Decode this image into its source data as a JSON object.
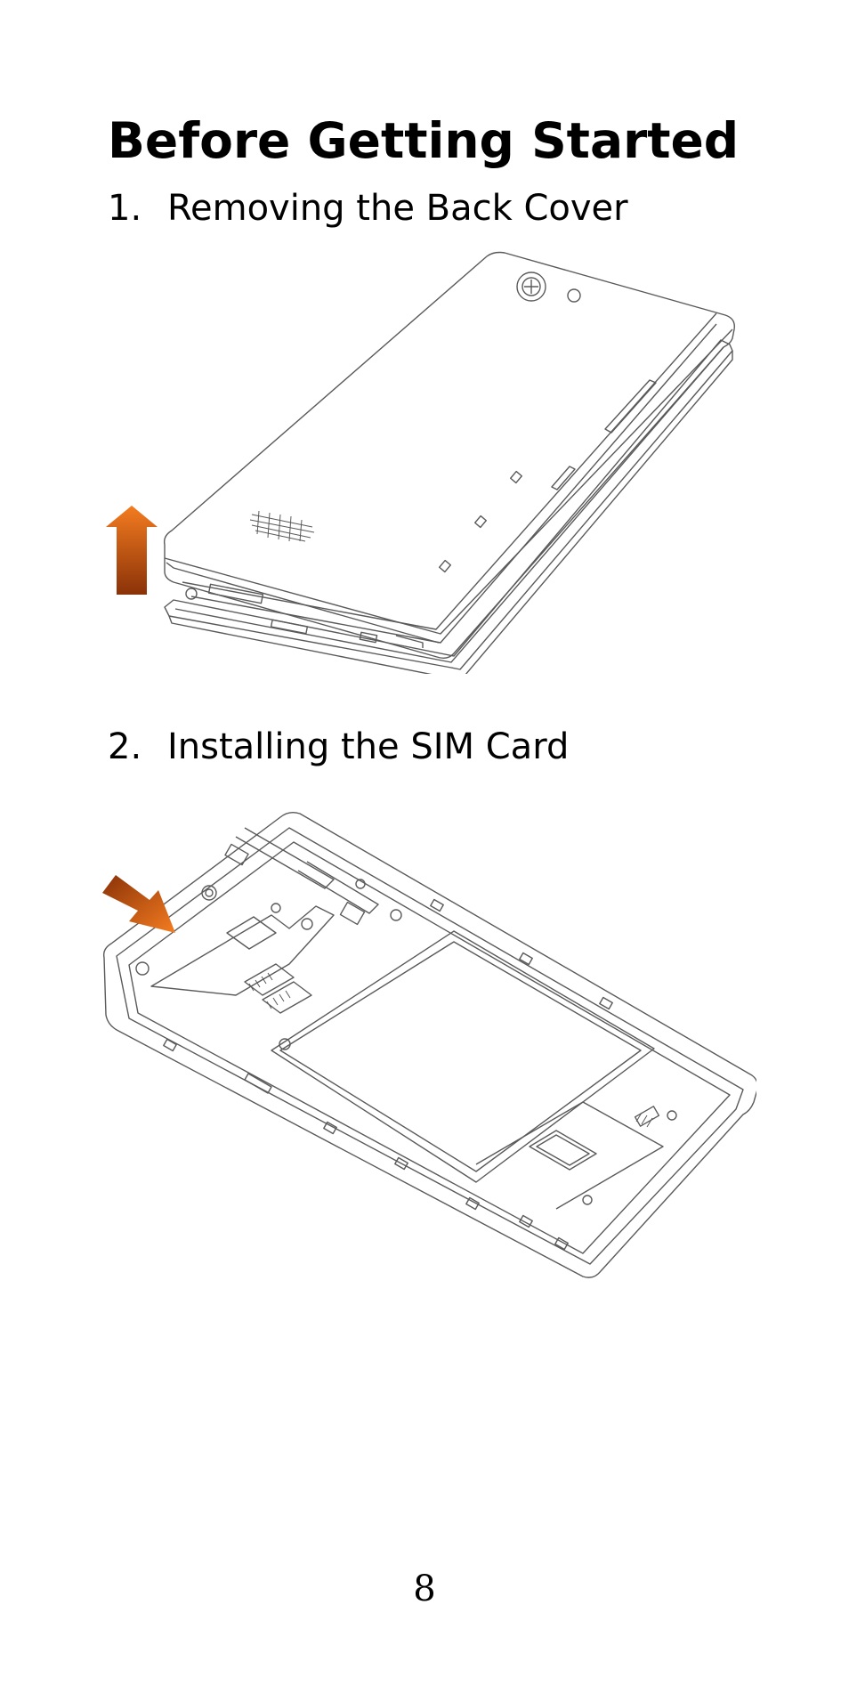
{
  "page": {
    "title": "Before Getting Started",
    "page_number": "8"
  },
  "steps": [
    {
      "number": "1.",
      "label": "Removing the Back Cover"
    },
    {
      "number": "2.",
      "label": "Installing the SIM Card"
    }
  ],
  "colors": {
    "arrow_light": "#f07a1e",
    "arrow_dark": "#8a3208",
    "line": "#5a5a5a"
  },
  "icons": {
    "figure_1_arrow": "arrow-up-icon",
    "figure_2_arrow": "arrow-down-right-icon"
  }
}
